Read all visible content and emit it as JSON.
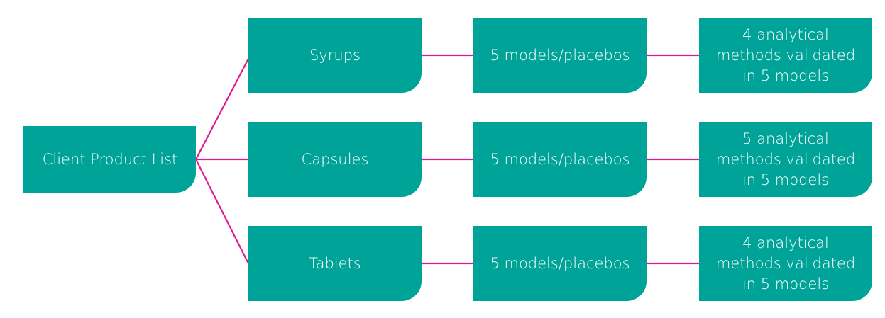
{
  "colors": {
    "box_fill": "#00a398",
    "box_text": "#ffffff",
    "connector": "#e0198c",
    "background": "#ffffff"
  },
  "root": {
    "label": "Client Product List"
  },
  "rows": [
    {
      "category": "Syrups",
      "models": "5 models/placebos",
      "result": "4 analytical methods validated in 5 models"
    },
    {
      "category": "Capsules",
      "models": "5 models/placebos",
      "result": "5 analytical methods validated in 5 models"
    },
    {
      "category": "Tablets",
      "models": "5 models/placebos",
      "result": "4 analytical methods validated in 5 models"
    }
  ]
}
